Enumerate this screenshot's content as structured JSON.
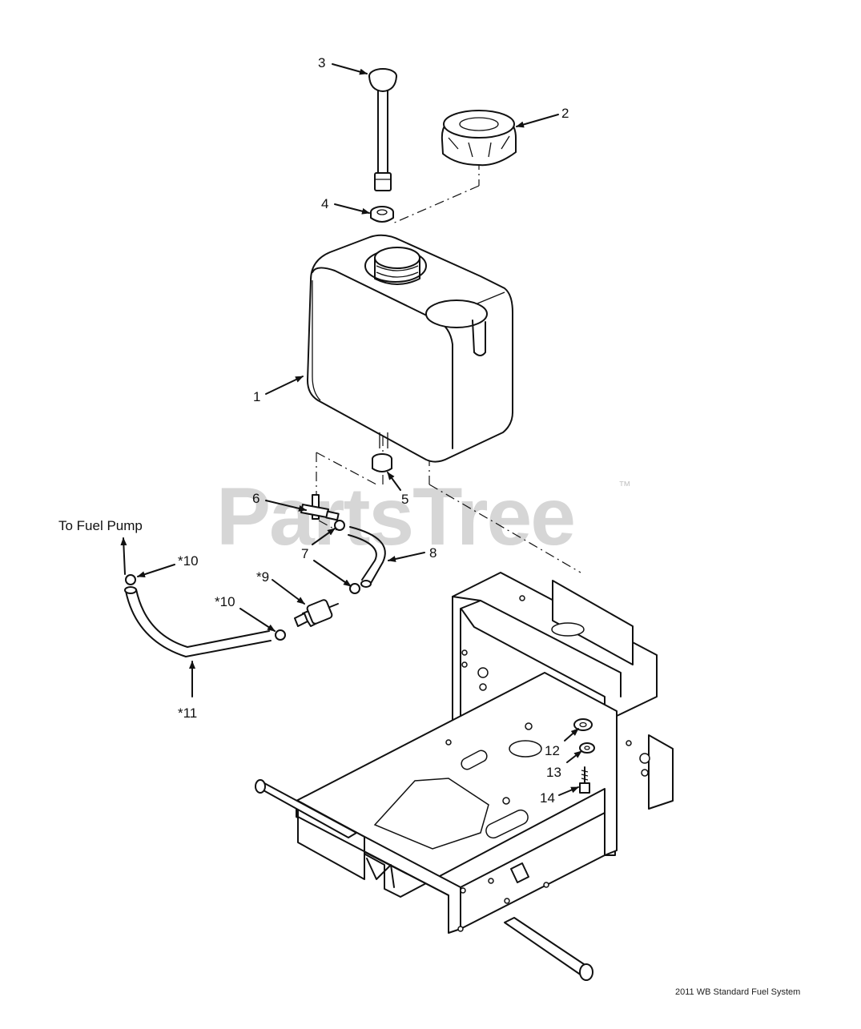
{
  "diagram": {
    "watermark": "PartsTree",
    "watermark_tm": "™",
    "note_fuel_pump": "To Fuel Pump",
    "caption": "2011 WB Standard Fuel System",
    "callouts": {
      "c1": "1",
      "c2": "2",
      "c3": "3",
      "c4": "4",
      "c5": "5",
      "c6": "6",
      "c7": "7",
      "c8": "8",
      "c9": "*9",
      "c10a": "*10",
      "c10b": "*10",
      "c11": "*11",
      "c12": "12",
      "c13": "13",
      "c14": "14"
    }
  }
}
